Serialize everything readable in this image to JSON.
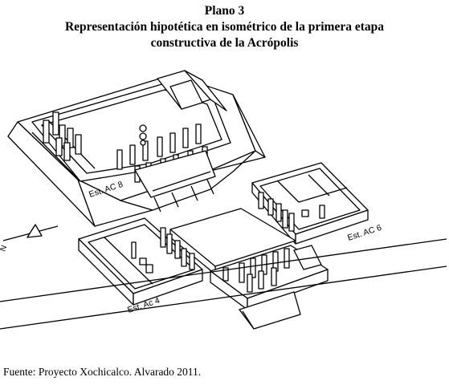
{
  "header": {
    "plan_number": "Plano 3",
    "title_line_1": "Representación hipotética en isométrico de la primera etapa",
    "title_line_2": "constructiva de la Acrópolis"
  },
  "labels": {
    "structure_ac8": "Est. AC 8",
    "structure_ac6": "Est. AC 6",
    "structure_ac4": "Est. Ac 4",
    "north_arrow": "N"
  },
  "footer": {
    "credit": "Fuente: Proyecto Xochicalco. Alvarado 2011."
  }
}
